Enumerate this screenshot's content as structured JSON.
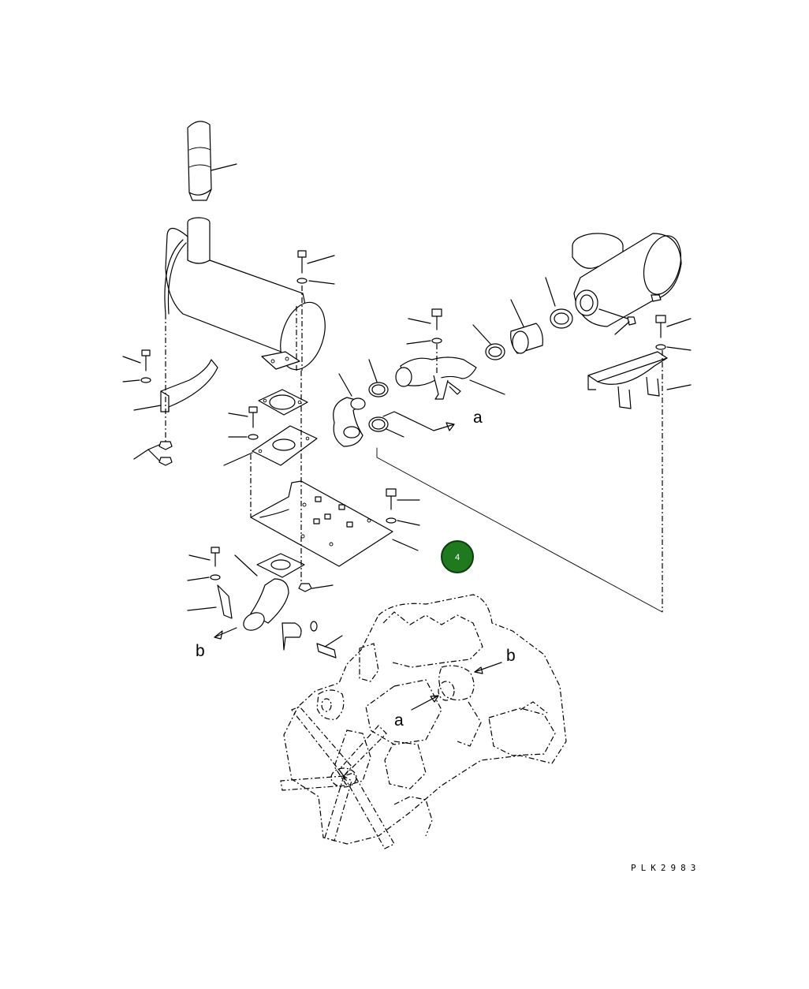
{
  "diagram": {
    "callouts": {
      "a_upper": "a",
      "b_left": "b",
      "a_engine": "a",
      "b_engine": "b"
    },
    "drawing_code": "PLK2983",
    "marker": {
      "label": "4",
      "color": "#1f7a1f",
      "border": "#0d3d0d"
    }
  }
}
